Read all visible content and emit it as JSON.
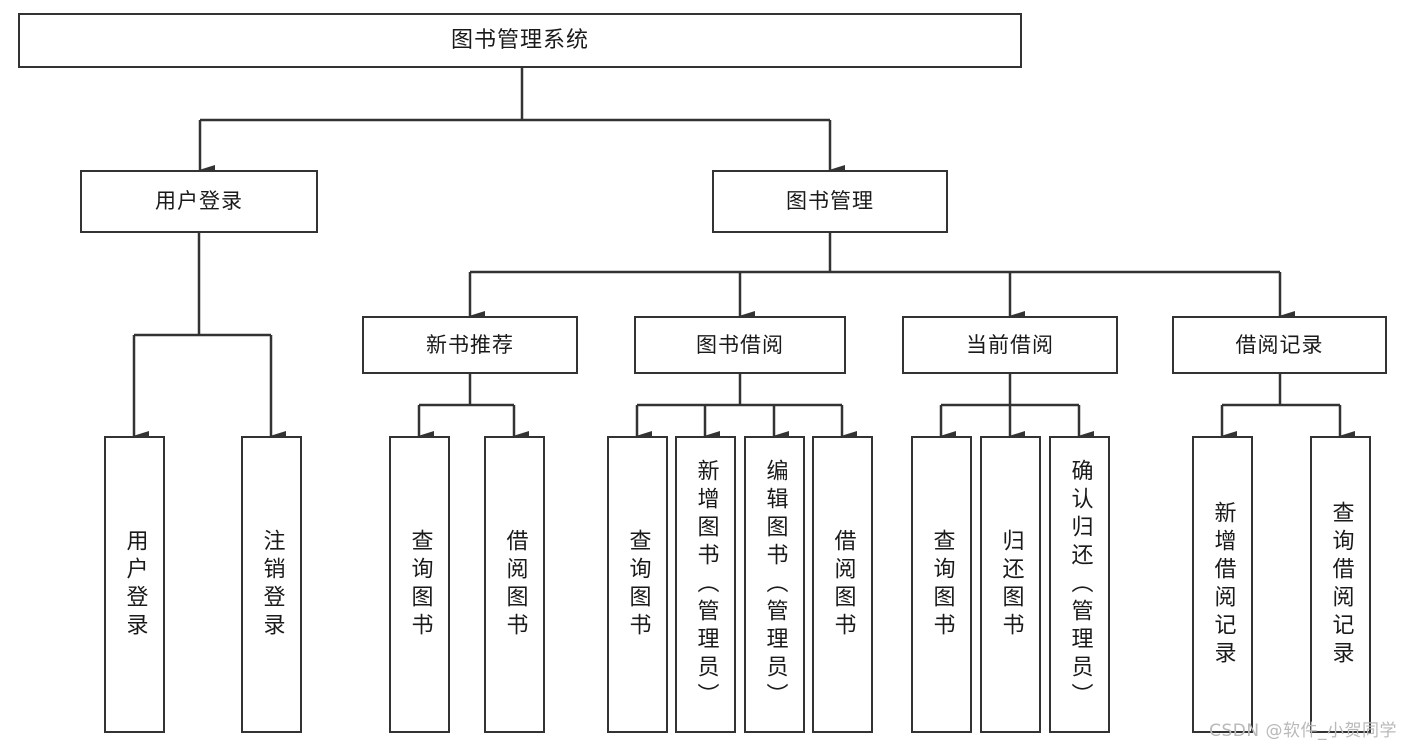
{
  "diagram": {
    "title": "图书管理系统",
    "root": {
      "label": "图书管理系统"
    },
    "level1": [
      {
        "label": "用户登录"
      },
      {
        "label": "图书管理"
      }
    ],
    "level2": [
      {
        "label": "新书推荐"
      },
      {
        "label": "图书借阅"
      },
      {
        "label": "当前借阅"
      },
      {
        "label": "借阅记录"
      }
    ],
    "leaves": [
      {
        "label": "用户登录"
      },
      {
        "label": "注销登录"
      },
      {
        "label": "查询图书"
      },
      {
        "label": "借阅图书"
      },
      {
        "label": "查询图书"
      },
      {
        "label": "新增图书（管理员）"
      },
      {
        "label": "编辑图书（管理员）"
      },
      {
        "label": "借阅图书"
      },
      {
        "label": "查询图书"
      },
      {
        "label": "归还图书"
      },
      {
        "label": "确认归还（管理员）"
      },
      {
        "label": "新增借阅记录"
      },
      {
        "label": "查询借阅记录"
      }
    ],
    "watermark": "CSDN @软件_小贺同学",
    "colors": {
      "stroke": "#333333",
      "background": "#ffffff",
      "text": "#1a1a1a",
      "watermark": "#b9b9b9"
    }
  }
}
